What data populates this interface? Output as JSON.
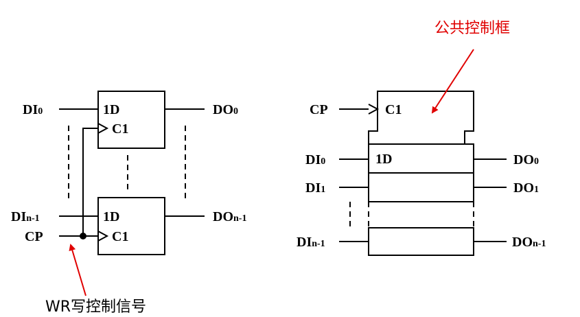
{
  "colors": {
    "annotation": "#e00000",
    "line": "#000000"
  },
  "left": {
    "labels": {
      "di0": "DI",
      "di0_sub": "0",
      "do0": "DO",
      "do0_sub": "0",
      "din1": "DI",
      "din1_sub": "n-1",
      "don1": "DO",
      "don1_sub": "n-1",
      "cp": "CP"
    },
    "ff_top": {
      "d": "1D",
      "c": "C1"
    },
    "ff_bottom": {
      "d": "1D",
      "c": "C1"
    },
    "annotation": "WR写控制信号"
  },
  "right": {
    "labels": {
      "cp": "CP",
      "di0": "DI",
      "di0_sub": "0",
      "do0": "DO",
      "do0_sub": "0",
      "di1": "DI",
      "di1_sub": "1",
      "do1": "DO",
      "do1_sub": "1",
      "din1": "DI",
      "din1_sub": "n-1",
      "don1": "DO",
      "don1_sub": "n-1"
    },
    "control_box": {
      "c": "C1"
    },
    "cell0": {
      "d": "1D"
    },
    "annotation": "公共控制框"
  }
}
